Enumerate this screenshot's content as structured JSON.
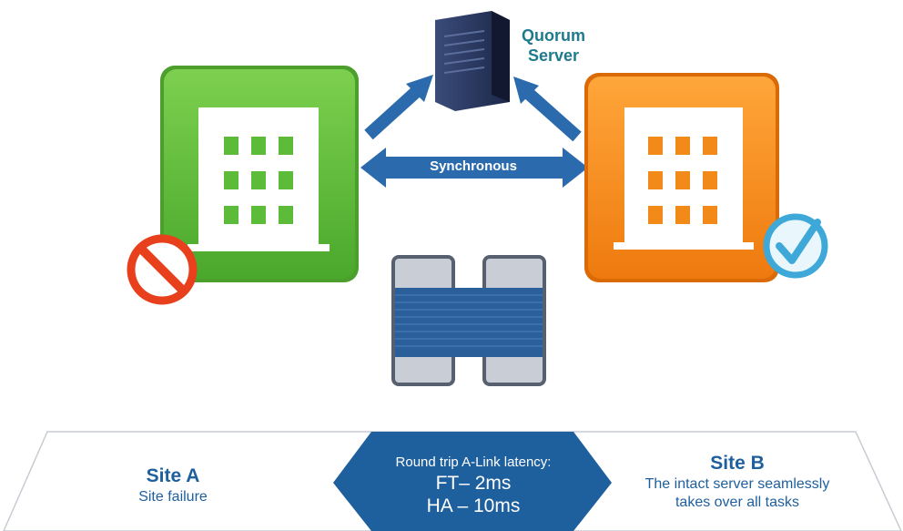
{
  "quorum": {
    "label_line1": "Quorum",
    "label_line2": "Server"
  },
  "link": {
    "label": "Synchronous"
  },
  "site_a": {
    "title": "Site A",
    "status": "Site failure",
    "color": "#5dbb3a"
  },
  "site_b": {
    "title": "Site B",
    "status_line1": "The intact server seamlessly",
    "status_line2": "takes over all tasks",
    "color": "#f28a1a"
  },
  "latency": {
    "label": "Round trip A-Link latency:",
    "ft": "FT– 2ms",
    "ha": "HA – 10ms"
  },
  "colors": {
    "accent": "#1e5f9e",
    "arrow": "#2a6aad",
    "fail": "#e8401c",
    "ok": "#3ea8d8"
  }
}
